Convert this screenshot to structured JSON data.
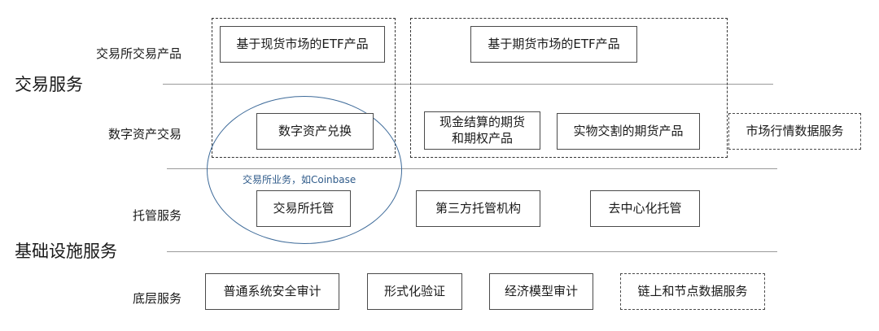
{
  "sections": {
    "trading": "交易服务",
    "infrastructure": "基础设施服务"
  },
  "rows": {
    "exchange_products": "交易所交易产品",
    "digital_asset_trading": "数字资产交易",
    "custody": "托管服务",
    "base_services": "底层服务"
  },
  "boxes": {
    "spot_etf": "基于现货市场的ETF产品",
    "futures_etf": "基于期货市场的ETF产品",
    "digital_asset_exchange": "数字资产兑换",
    "cash_settled_line1": "现金结算的期货",
    "cash_settled_line2": "和期权产品",
    "physical_delivery": "实物交割的期货产品",
    "market_data": "市场行情数据服务",
    "exchange_custody": "交易所托管",
    "third_party_custody": "第三方托管机构",
    "decentralized_custody": "去中心化托管",
    "security_audit": "普通系统安全审计",
    "formal_verification": "形式化验证",
    "economic_model_audit": "经济模型审计",
    "onchain_data": "链上和节点数据服务"
  },
  "annotations": {
    "exchange_business": "交易所业务，如Coinbase"
  }
}
